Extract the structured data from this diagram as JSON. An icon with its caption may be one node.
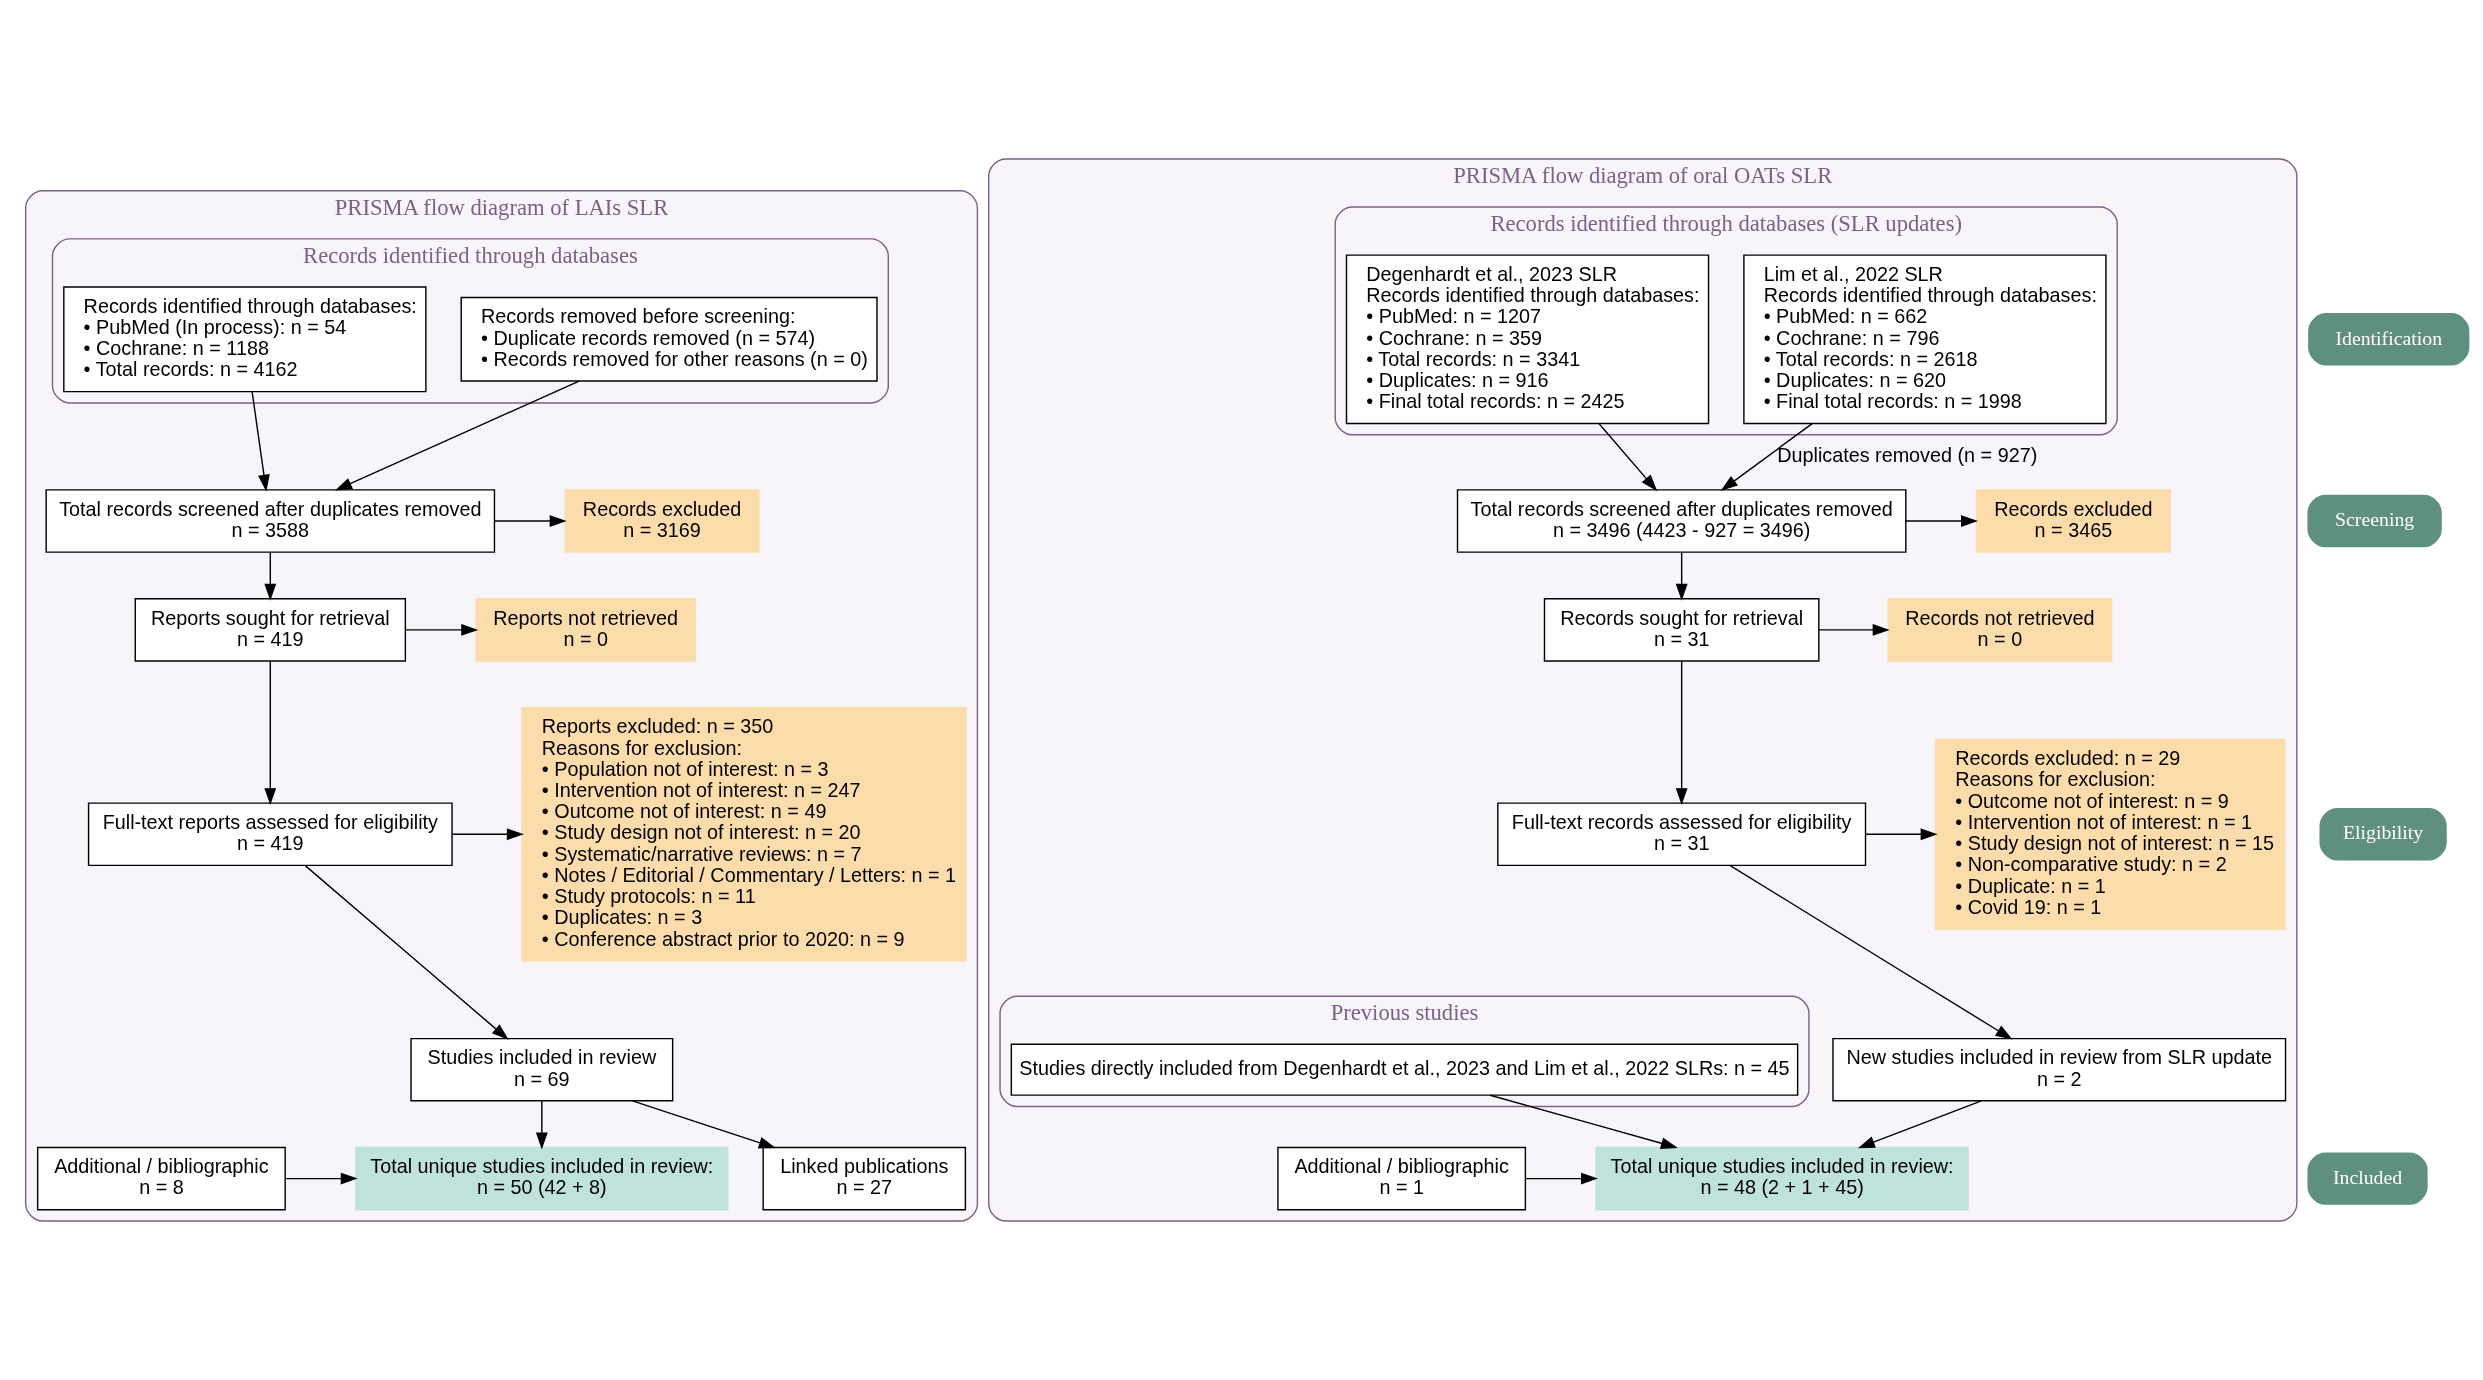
{
  "diagram": {
    "nodes": [
      {
        "text": [
          "PRISMA flow diagram of LAIs SLR"
        ]
      },
      {
        "text": [
          "Records identified through databases"
        ],
        "in": 0
      },
      {
        "text": [
          "Records identified through databases:",
          "• PubMed (In process): n = 54",
          "• Cochrane: n = 1188",
          "• Total records: n = 4162"
        ],
        "in": 1
      },
      {
        "text": [
          "Records removed before screening:",
          "• Duplicate records removed (n = 574)",
          "• Records removed for other reasons (n = 0)"
        ],
        "in": 1
      },
      {
        "text": [
          "Total records screened after duplicates removed",
          "n = 3588"
        ],
        "in": 0
      },
      {
        "text": [
          "Records excluded",
          "n = 3169"
        ],
        "in": 0
      },
      {
        "text": [
          "Reports sought for retrieval",
          "n = 419"
        ],
        "in": 0
      },
      {
        "text": [
          "Reports not retrieved",
          "n = 0"
        ],
        "in": 0
      },
      {
        "text": [
          "Full-text reports assessed for eligibility",
          "n = 419"
        ],
        "in": 0
      },
      {
        "text": [
          "Reports excluded: n = 350",
          "Reasons for exclusion:",
          "• Population not of interest: n = 3",
          "• Intervention not of interest: n = 247",
          "• Outcome not of interest: n = 49",
          "• Study design not of interest: n = 20",
          "• Systematic/narrative reviews: n = 7",
          "• Notes / Editorial / Commentary / Letters: n = 1",
          "• Study protocols: n = 11",
          "• Duplicates: n = 3",
          "• Conference abstract prior to 2020: n = 9"
        ],
        "in": 0
      },
      {
        "text": [
          "Studies included in review",
          "n = 69"
        ],
        "in": 0
      },
      {
        "text": [
          "Additional / bibliographic",
          "n = 8"
        ],
        "in": 0
      },
      {
        "text": [
          "Total unique studies included in review:",
          "n = 50 (42 + 8)"
        ],
        "in": 0
      },
      {
        "text": [
          "Linked publications",
          "n = 27"
        ],
        "in": 0
      },
      {
        "text": [
          "PRISMA flow diagram of oral OATs SLR"
        ]
      },
      {
        "text": [
          "Records identified through databases (SLR updates)"
        ],
        "in": 14
      },
      {
        "text": [
          "Previous studies"
        ],
        "in": 14
      },
      {
        "text": [
          "Degenhardt et al., 2023 SLR",
          "Records identified through databases:",
          "• PubMed: n = 1207",
          "• Cochrane: n = 359",
          "• Total records: n = 3341",
          "• Duplicates: n = 916",
          "• Final total records: n = 2425"
        ],
        "in": 15
      },
      {
        "text": [
          "Lim et al., 2022 SLR",
          "Records identified through databases:",
          "• PubMed: n = 662",
          "• Cochrane: n = 796",
          "• Total records: n = 2618",
          "• Duplicates: n = 620",
          "• Final total records: n = 1998"
        ],
        "in": 15
      },
      {
        "text": [
          "Studies directly included from Degenhardt et al., 2023 and Lim et al., 2022 SLRs: n = 45"
        ],
        "in": 16
      },
      {
        "text": [
          "Total records screened after duplicates removed",
          "n = 3496 (4423 - 927 = 3496)"
        ],
        "in": 14
      },
      {
        "text": [
          "Records excluded",
          "n = 3465"
        ],
        "in": 14
      },
      {
        "text": [
          "Records sought for retrieval",
          "n = 31"
        ],
        "in": 14
      },
      {
        "text": [
          "Records not retrieved",
          "n = 0"
        ],
        "in": 14
      },
      {
        "text": [
          "Full-text records assessed for eligibility",
          "n = 31"
        ],
        "in": 14
      },
      {
        "text": [
          "Records excluded: n = 29",
          "Reasons for exclusion:",
          "• Outcome not of interest: n = 9",
          "• Intervention not of interest: n = 1",
          "• Study design not of interest: n = 15",
          "• Non-comparative study: n = 2",
          "• Duplicate: n = 1",
          "• Covid 19: n = 1"
        ],
        "in": 14
      },
      {
        "text": [
          "New studies included in review from SLR update",
          "n = 2"
        ],
        "in": 14
      },
      {
        "text": [
          "Additional / bibliographic",
          "n = 1"
        ],
        "in": 14
      },
      {
        "text": [
          "Total unique studies included in review:",
          "n = 48 (2 + 1 + 45)"
        ],
        "in": 14
      },
      {
        "text": [
          "Identification"
        ]
      },
      {
        "text": [
          "Screening"
        ]
      },
      {
        "text": [
          "Eligibility"
        ]
      },
      {
        "text": [
          "Included"
        ]
      }
    ],
    "edges": [
      {
        "from": 2,
        "to": 4,
        "arrow": "to"
      },
      {
        "from": 3,
        "to": 4,
        "arrow": "to"
      },
      {
        "from": 4,
        "to": 5,
        "arrow": "to"
      },
      {
        "from": 4,
        "to": 6,
        "arrow": "to"
      },
      {
        "from": 6,
        "to": 7,
        "arrow": "to"
      },
      {
        "from": 6,
        "to": 8,
        "arrow": "to"
      },
      {
        "from": 8,
        "to": 9,
        "arrow": "to"
      },
      {
        "from": 8,
        "to": 10,
        "arrow": "to"
      },
      {
        "from": 10,
        "to": 12,
        "arrow": "to"
      },
      {
        "from": 11,
        "to": 12,
        "arrow": "to"
      },
      {
        "from": 10,
        "to": 13,
        "arrow": "to"
      },
      {
        "from": 17,
        "to": 20,
        "arrow": "to"
      },
      {
        "from": 18,
        "to": 20,
        "arrow": "to",
        "label": "Duplicates removed (n = 927)"
      },
      {
        "from": 20,
        "to": 21,
        "arrow": "to"
      },
      {
        "from": 20,
        "to": 22,
        "arrow": "to"
      },
      {
        "from": 22,
        "to": 23,
        "arrow": "to"
      },
      {
        "from": 22,
        "to": 24,
        "arrow": "to"
      },
      {
        "from": 24,
        "to": 25,
        "arrow": "to"
      },
      {
        "from": 24,
        "to": 26,
        "arrow": "to"
      },
      {
        "from": 26,
        "to": 28,
        "arrow": "to"
      },
      {
        "from": 27,
        "to": 28,
        "arrow": "to"
      },
      {
        "from": 19,
        "to": 28,
        "arrow": "to"
      }
    ]
  }
}
